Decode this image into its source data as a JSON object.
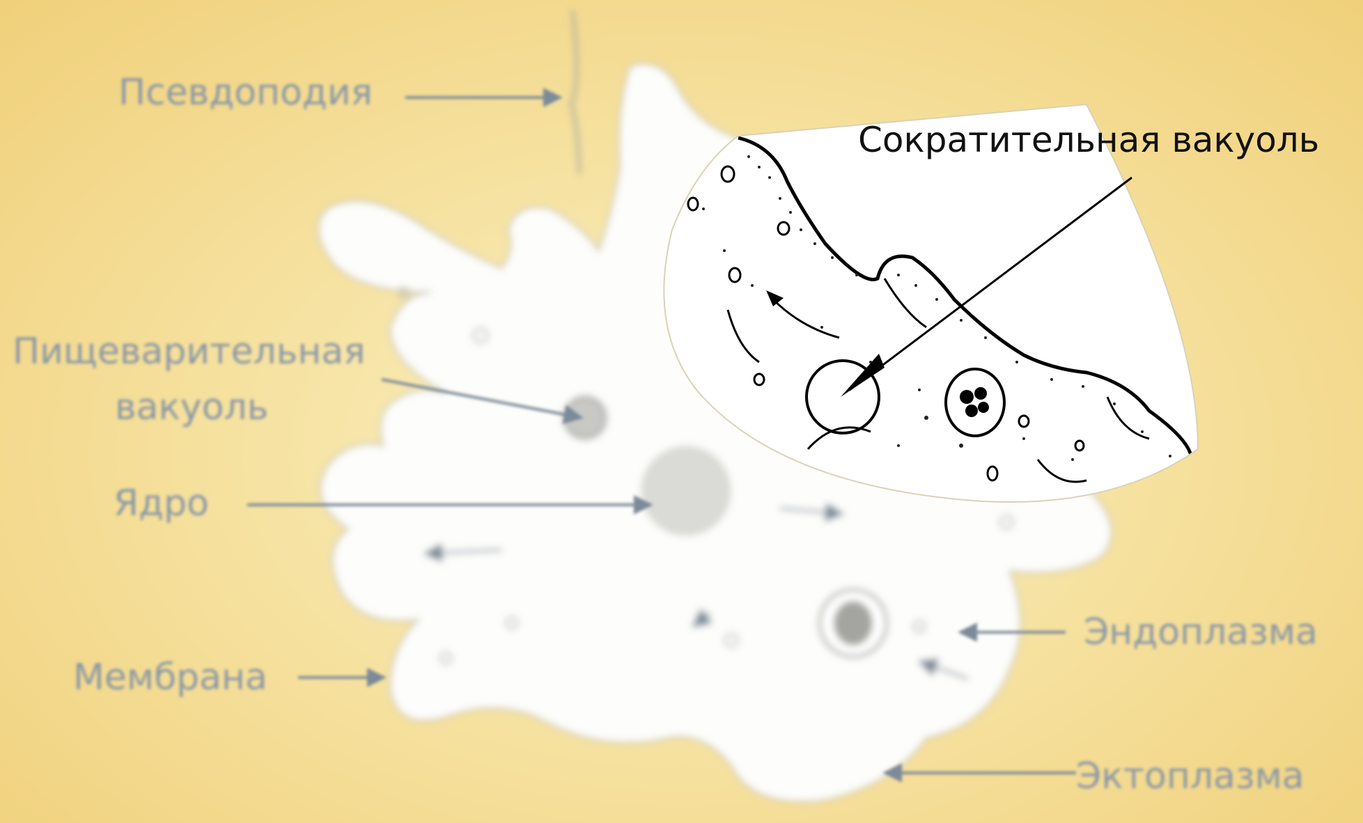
{
  "diagram": {
    "labels": {
      "pseudopodia": "Псевдоподия",
      "digestive_vacuole_line1": "Пищеварительная",
      "digestive_vacuole_line2": "вакуоль",
      "nucleus": "Ядро",
      "membrane": "Мембрана",
      "endoplasm": "Эндоплазма",
      "ectoplasm": "Эктоплазма",
      "contractile_vacuole": "Сократительная вакуоль"
    },
    "colors": {
      "background": "#f6e2a1",
      "cell_fill": "#ffffff",
      "blurred_label": "#8b98a6",
      "focused_label": "#111111"
    }
  }
}
